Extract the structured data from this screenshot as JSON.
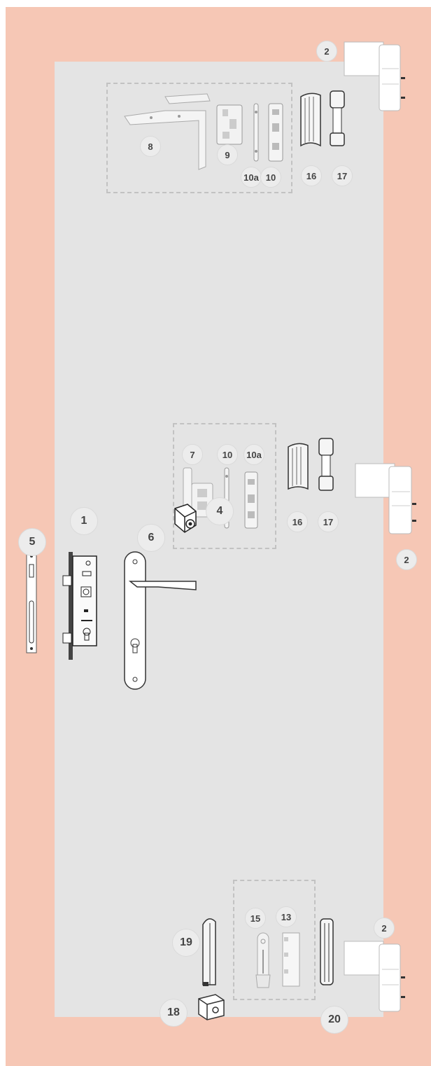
{
  "badges": {
    "hinge_top": "2",
    "hinge_middle": "2",
    "hinge_bottom": "2",
    "stay_arm": "8",
    "corner_drive": "9",
    "keep_10a_top": "10a",
    "keep_10_top": "10",
    "cover_16_top": "16",
    "cap_17_top": "17",
    "drive_7": "7",
    "keep_10_mid": "10",
    "keep_10a_mid": "10a",
    "cover_16_mid": "16",
    "cap_17_mid": "17",
    "lock_case": "1",
    "handle": "6",
    "strike_plate": "5",
    "cylinder": "4",
    "keep_15": "15",
    "keep_13": "13",
    "end_cap_19": "19",
    "block_18": "18",
    "profile_20": "20"
  },
  "colors": {
    "frame": "#f6c7b5",
    "door_panel": "#e4e4e4",
    "dashed_group": "#c2c2c2",
    "badge_fill": "#ececec",
    "badge_text": "#444444"
  }
}
